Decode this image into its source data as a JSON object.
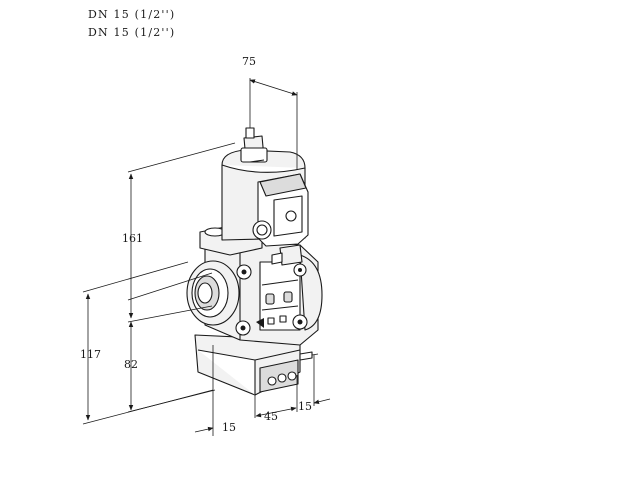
{
  "header": {
    "line1": "DN 15 (1/2'')",
    "line2": "DN 15 (1/2'')"
  },
  "dimensions": {
    "top_width": "75",
    "actuator_height": "161",
    "total_height": "117",
    "axis_height": "82",
    "bottom_offset_left": "15",
    "bottom_width": "45",
    "bottom_offset_right": "15"
  }
}
